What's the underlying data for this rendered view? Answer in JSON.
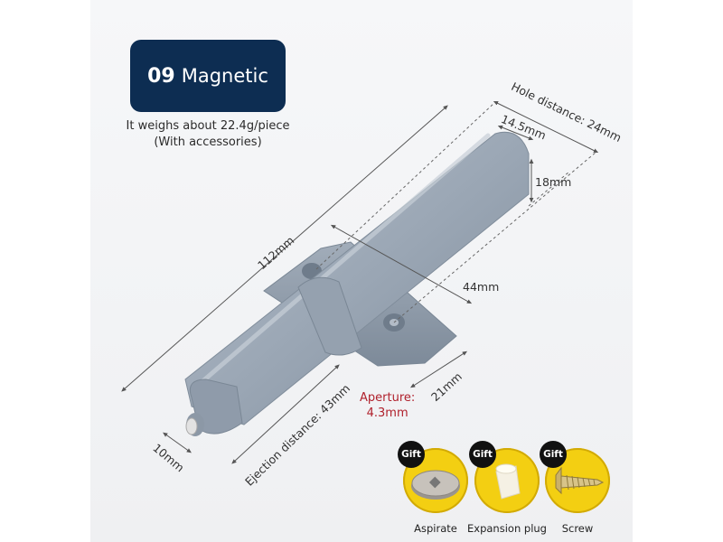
{
  "title": {
    "number": "09",
    "name": "Magnetic"
  },
  "weight": {
    "line1": "It weighs about 22.4g/piece",
    "line2": "(With accessories)"
  },
  "dimensions": {
    "hole_distance": "Hole distance: 24mm",
    "width_top": "14.5mm",
    "height": "18mm",
    "length": "112mm",
    "mount": "44mm",
    "base": "21mm",
    "ejection": "Ejection distance: 43mm",
    "tip": "10mm"
  },
  "aperture": {
    "line1": "Aperture:",
    "line2": "4.3mm"
  },
  "gifts": [
    {
      "tag": "Gift",
      "label": "Aspirate",
      "icon": "magnetic-plate-icon"
    },
    {
      "tag": "Gift",
      "label": "Expansion plug",
      "icon": "expansion-plug-icon"
    },
    {
      "tag": "Gift",
      "label": "Screw",
      "icon": "screw-icon"
    }
  ],
  "colors": {
    "badge": "#0d2d52",
    "product": "#9aa6b4",
    "aperture_text": "#b0212c",
    "gift_circle": "#f3cf12"
  }
}
